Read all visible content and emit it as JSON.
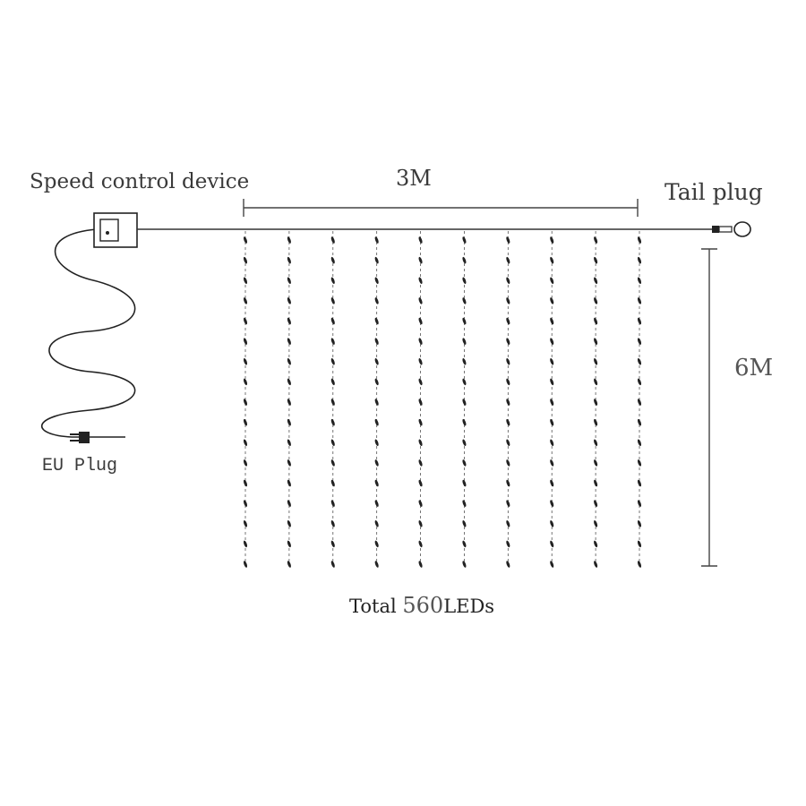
{
  "labels": {
    "speed_control_device": "Speed control device",
    "width": "3M",
    "tail_plug": "Tail plug",
    "height": "6M",
    "eu_plug": "EU Plug",
    "total_prefix": "Total ",
    "total_count": "560",
    "total_suffix": "LEDs"
  },
  "strands": {
    "count": 10,
    "leds_per_strand": 17
  },
  "colors": {
    "line": "#222222",
    "text": "#3a3a3a"
  }
}
